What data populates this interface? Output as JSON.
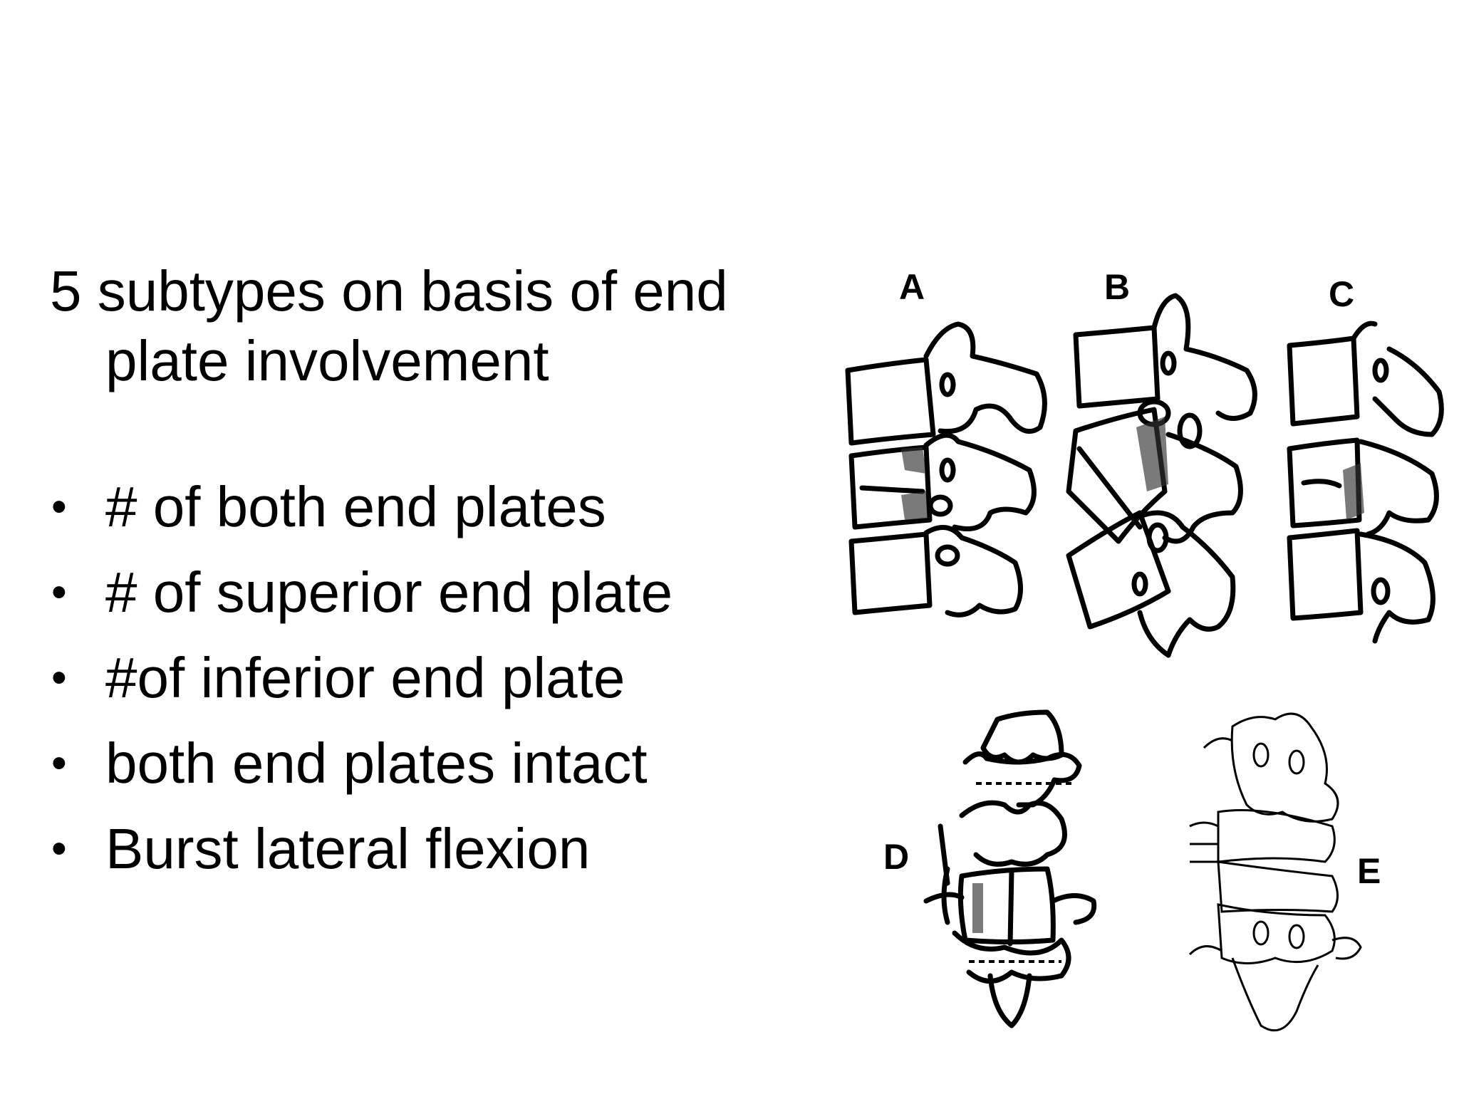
{
  "slide": {
    "heading": "5 subtypes  on basis of end plate involvement",
    "bullets": [
      "# of both end plates",
      "# of superior end plate",
      "#of inferior end plate",
      "both end plates intact",
      "Burst lateral flexion"
    ],
    "bullet_symbol": "•"
  },
  "figure": {
    "panel_labels": [
      "A",
      "B",
      "C",
      "D",
      "E"
    ]
  }
}
